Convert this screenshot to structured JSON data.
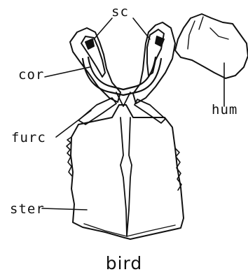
{
  "labels": {
    "sc": "sc",
    "cor": "cor",
    "hum": "hum",
    "furc": "furc",
    "ster": "ster"
  },
  "caption": "bird"
}
